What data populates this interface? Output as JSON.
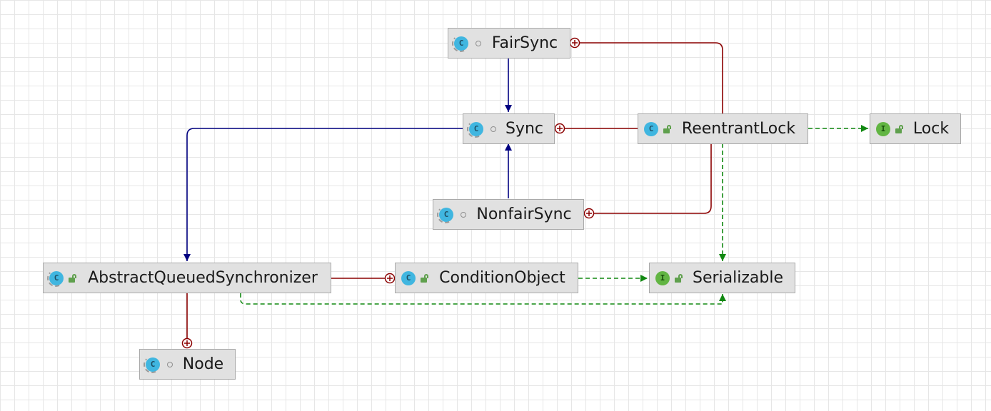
{
  "diagram": {
    "nodes": {
      "fairsync": {
        "label": "FairSync",
        "kind": "C",
        "type": "class",
        "abstract": true,
        "visibility": "package"
      },
      "sync": {
        "label": "Sync",
        "kind": "C",
        "type": "class",
        "abstract": true,
        "visibility": "package"
      },
      "reentrantlock": {
        "label": "ReentrantLock",
        "kind": "C",
        "type": "class",
        "abstract": false,
        "visibility": "public"
      },
      "lock": {
        "label": "Lock",
        "kind": "I",
        "type": "interface",
        "abstract": false,
        "visibility": "public"
      },
      "nonfairsync": {
        "label": "NonfairSync",
        "kind": "C",
        "type": "class",
        "abstract": true,
        "visibility": "package"
      },
      "aqs": {
        "label": "AbstractQueuedSynchronizer",
        "kind": "C",
        "type": "class",
        "abstract": true,
        "visibility": "public"
      },
      "conditionobject": {
        "label": "ConditionObject",
        "kind": "C",
        "type": "class",
        "abstract": false,
        "visibility": "public"
      },
      "serializable": {
        "label": "Serializable",
        "kind": "I",
        "type": "interface",
        "abstract": false,
        "visibility": "public"
      },
      "node": {
        "label": "Node",
        "kind": "C",
        "type": "class",
        "abstract": true,
        "visibility": "package"
      }
    },
    "edges": [
      {
        "from": "fairsync",
        "to": "sync",
        "relation": "extends"
      },
      {
        "from": "nonfairsync",
        "to": "sync",
        "relation": "extends"
      },
      {
        "from": "sync",
        "to": "aqs",
        "relation": "extends"
      },
      {
        "from": "reentrantlock",
        "to": "fairsync",
        "relation": "inner"
      },
      {
        "from": "reentrantlock",
        "to": "sync",
        "relation": "inner"
      },
      {
        "from": "reentrantlock",
        "to": "nonfairsync",
        "relation": "inner"
      },
      {
        "from": "aqs",
        "to": "conditionobject",
        "relation": "inner"
      },
      {
        "from": "aqs",
        "to": "node",
        "relation": "inner"
      },
      {
        "from": "reentrantlock",
        "to": "lock",
        "relation": "implements"
      },
      {
        "from": "reentrantlock",
        "to": "serializable",
        "relation": "implements"
      },
      {
        "from": "conditionobject",
        "to": "serializable",
        "relation": "implements"
      },
      {
        "from": "aqs",
        "to": "serializable",
        "relation": "implements"
      }
    ],
    "colors": {
      "extends": "#000080",
      "inner": "#8b0000",
      "implements": "#118811",
      "node_bg": "#e1e1e1",
      "class_badge": "#40b6e0",
      "interface_badge": "#62b543"
    }
  }
}
